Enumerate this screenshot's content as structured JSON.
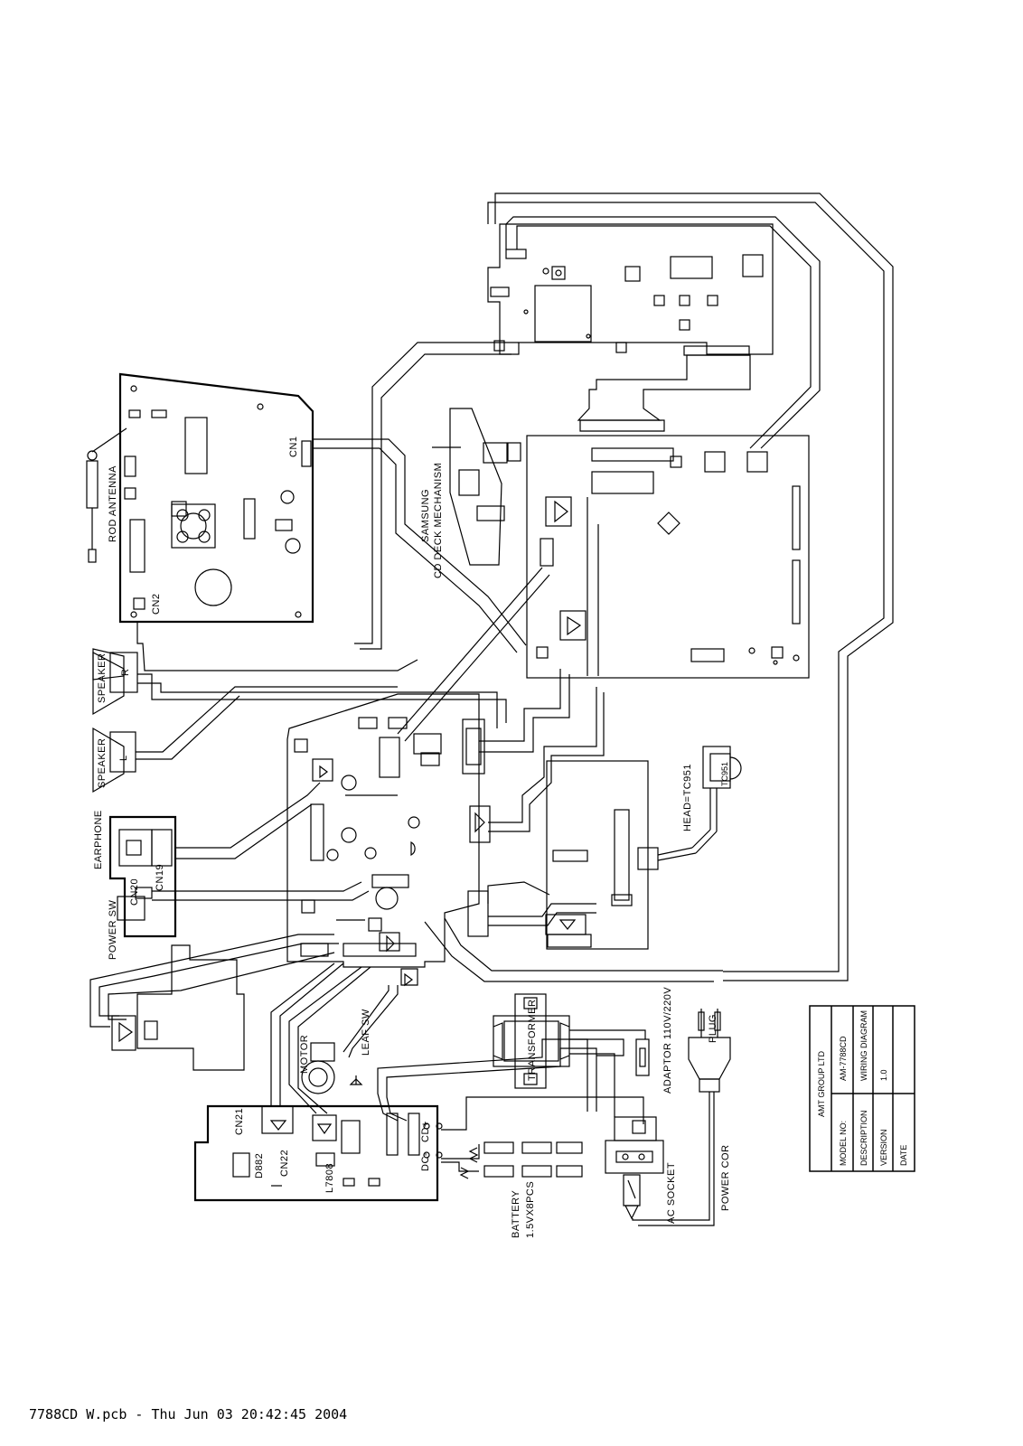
{
  "labels": {
    "rod_antenna": "ROD ANTENNA",
    "cn1": "CN1",
    "cn2": "CN2",
    "samsung_line1": "SAMSUNG",
    "samsung_line2": "CD DECK MECHANISM",
    "speaker_r": "SPEAKER",
    "speaker_r_ch": "R",
    "speaker_l": "SPEAKER",
    "speaker_l_ch": "L",
    "earphone": "EARPHONE",
    "cn19": "CN19",
    "cn20": "CN20",
    "power_sw": "POWER SW",
    "head": "HEAD=TC951",
    "motor": "MOTOR",
    "leaf_sw": "LEAF SW",
    "transformer": "TRANSFORMER",
    "adaptor": "ADAPTOR 110V/220V",
    "plug": "PLUG",
    "cn21": "CN21",
    "cn22": "CN22",
    "d882": "D882",
    "l7808": "L7808",
    "cd_plus": "CD+",
    "dc_minus": "DC-",
    "battery_line1": "BATTERY",
    "battery_line2": "1.5VX8PCS",
    "ac_socket": "AC SOCKET",
    "power_cor": "POWER COR",
    "head_tag": "TC951"
  },
  "title_block": {
    "company": "AMT GROUP LTD",
    "rows": [
      {
        "key": "MODEL NO:",
        "value": "AM-7788CD"
      },
      {
        "key": "DESCRIPTION",
        "value": "WIRING DIAGRAM"
      },
      {
        "key": "VERSION",
        "value": "1.0"
      },
      {
        "key": "DATE",
        "value": ""
      }
    ]
  },
  "footer": "7788CD W.pcb - Thu Jun 03 20:42:45 2004"
}
